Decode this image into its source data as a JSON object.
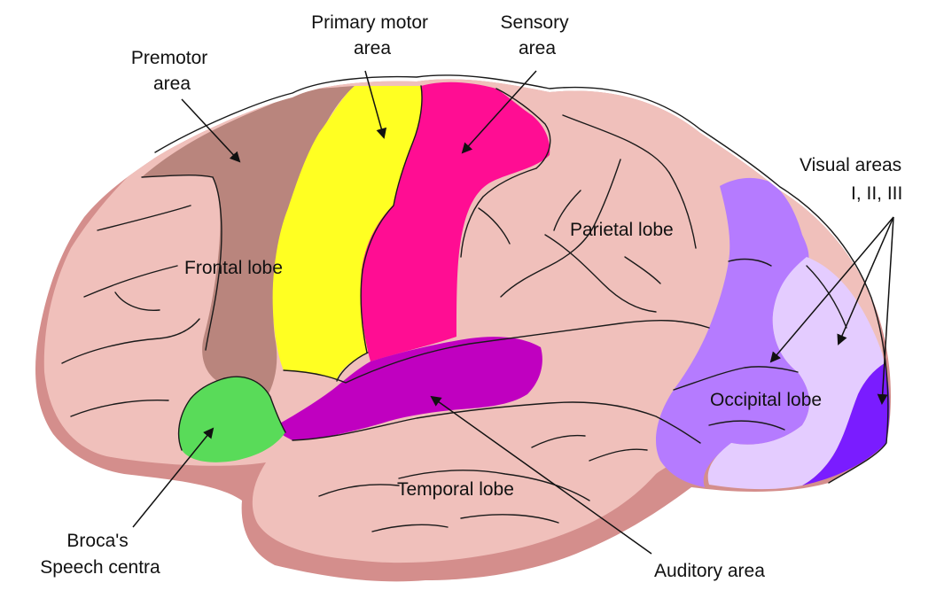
{
  "labels": {
    "premotor_area": [
      "Premotor",
      "area"
    ],
    "primary_motor_area": [
      "Primary motor",
      "area"
    ],
    "sensory_area": [
      "Sensory",
      "area"
    ],
    "visual_areas": [
      "Visual areas",
      "I, II, III"
    ],
    "frontal_lobe": "Frontal lobe",
    "parietal_lobe": "Parietal lobe",
    "occipital_lobe": "Occipital lobe",
    "temporal_lobe": "Temporal lobe",
    "brocas_area": [
      "Broca's",
      "Speech centra"
    ],
    "auditory_area": "Auditory area"
  },
  "colors": {
    "brain_base": "#f0c0bb",
    "brain_shadow": "#d48e8c",
    "premotor": "#b9857d",
    "primary_motor": "#ffff22",
    "sensory": "#ff0d93",
    "auditory": "#c000c0",
    "broca": "#59db59",
    "visual_1": "#7a1cff",
    "visual_2": "#e4ccff",
    "visual_3": "#b57bff",
    "outline": "#1a1a1a"
  }
}
